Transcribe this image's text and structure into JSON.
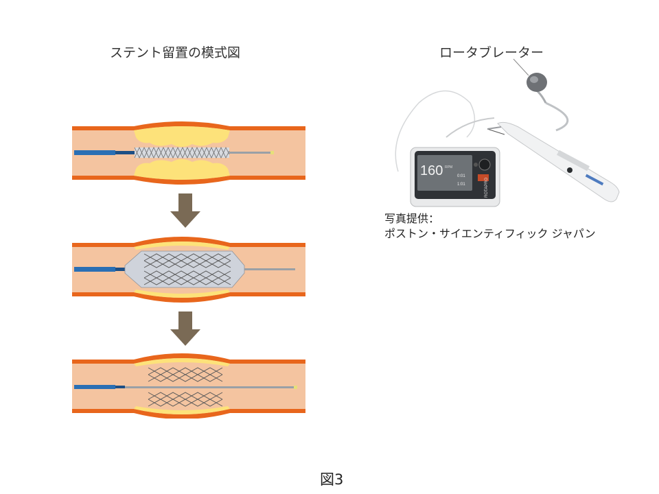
{
  "left": {
    "title": "ステント留置の模式図"
  },
  "right": {
    "title": "ロータブレーター",
    "caption_line1": "写真提供：",
    "caption_line2": "ポストン・サイエンティフィック ジャパン",
    "device_display": "160",
    "device_display_unit": "RPM",
    "device_timer1": "0:01",
    "device_timer2": "1:01",
    "device_brand": "ROTAPRO"
  },
  "figure_label": "図3",
  "colors": {
    "vessel_wall": "#e8661c",
    "vessel_inner": "#f4c4a0",
    "plaque": "#fde27a",
    "arrow": "#7a6a55",
    "catheter": "#2a6fb4",
    "stent": "#6b6b6b",
    "balloon": "#cfd3db"
  }
}
